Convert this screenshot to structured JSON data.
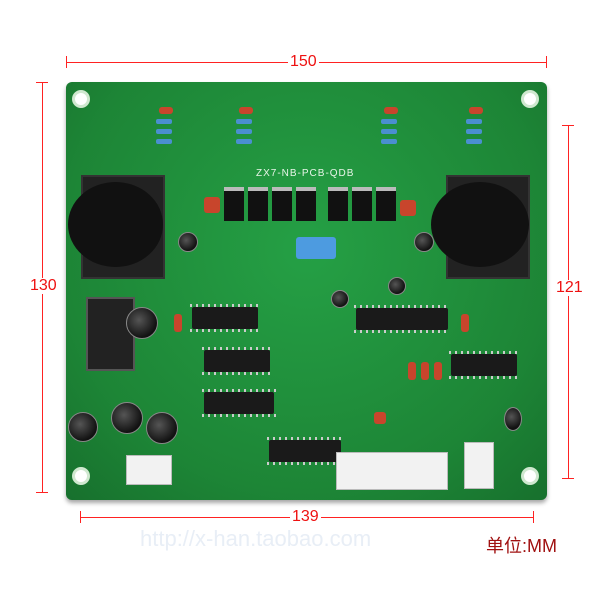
{
  "dimensions": {
    "top_width": "150",
    "left_height": "130",
    "right_height": "121",
    "bottom_width": "139",
    "unit_label": "单位:MM"
  },
  "board": {
    "silkscreen_title": "ZX7-NB-PCB-QDB",
    "board_color": "#1f8a3a"
  },
  "watermark": {
    "url": "http://x-han.taobao.com"
  },
  "colors": {
    "dimension_lines": "#ff2222",
    "unit_text": "#a01010"
  }
}
